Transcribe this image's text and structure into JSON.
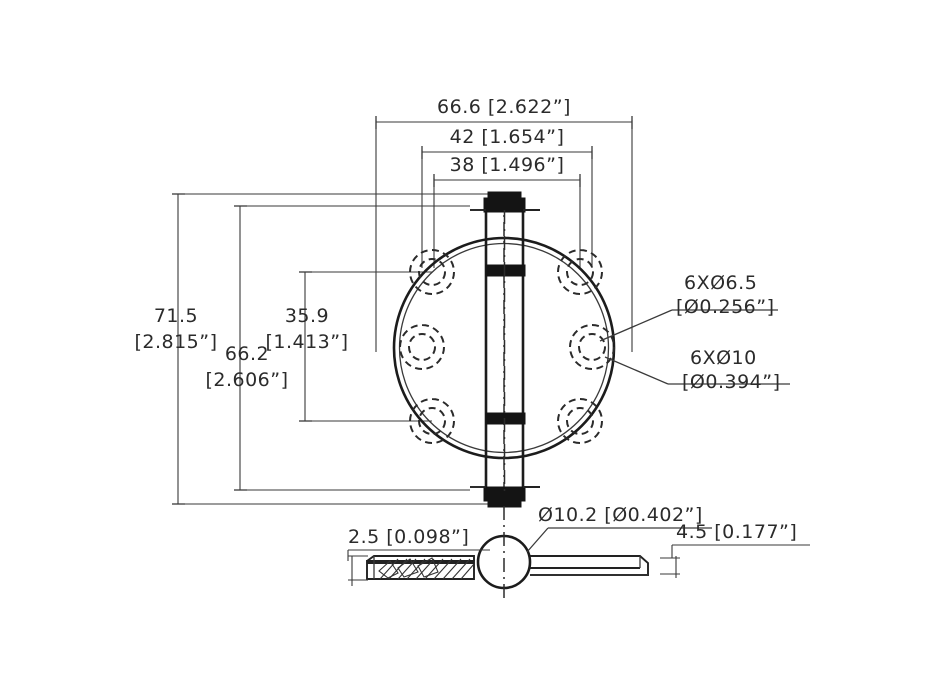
{
  "drawing": {
    "title": "Circular Butt Hinge Technical Drawing",
    "background_color": "#ffffff",
    "line_color": "#2b2b2b",
    "views": {
      "front": "circular hinge plate front view",
      "side": "hinge side / section view"
    },
    "dimensions": {
      "top": [
        {
          "id": "overall-width",
          "metric": "66.6",
          "imperial": "[2.622”]",
          "label": "66.6  [2.622”]"
        },
        {
          "id": "bolt-span-outer",
          "metric": "42",
          "imperial": "[1.654”]",
          "label": "42  [1.654”]"
        },
        {
          "id": "bolt-span-inner",
          "metric": "38",
          "imperial": "[1.496”]",
          "label": "38  [1.496”]"
        }
      ],
      "left": [
        {
          "id": "overall-height",
          "metric": "71.5",
          "imperial": "[2.815”]",
          "line1": "71.5",
          "line2": "[2.815”]"
        },
        {
          "id": "plate-height",
          "metric": "66.2",
          "imperial": "[2.606”]",
          "line1": "66.2",
          "line2": "[2.606”]"
        },
        {
          "id": "hole-pitch-vertical",
          "metric": "35.9",
          "imperial": "[1.413”]",
          "line1": "35.9",
          "line2": "[1.413”]"
        }
      ],
      "right_notes": [
        {
          "id": "through-hole-note",
          "line1": "6XØ6.5",
          "line2": "[Ø0.256”]"
        },
        {
          "id": "counterbore-note",
          "line1": "6XØ10",
          "line2": "[Ø0.394”]"
        }
      ],
      "bottom": [
        {
          "id": "plate-thickness",
          "metric": "2.5",
          "imperial": "[0.098”]",
          "label": "2.5  [0.098”]"
        },
        {
          "id": "knuckle-diameter",
          "metric": "Ø10.2",
          "imperial": "[Ø0.402”]",
          "label": "Ø10.2  [Ø0.402”]"
        },
        {
          "id": "leaf-thickness",
          "metric": "4.5",
          "imperial": "[0.177”]",
          "label": "4.5  [0.177”]"
        }
      ]
    },
    "features": {
      "screw_holes_count": 6,
      "through_hole_dia_mm": "6.5",
      "counterbore_dia_mm": "10",
      "knuckle_dia_mm": "10.2",
      "plate_thickness_mm": "2.5",
      "leaf_thickness_mm": "4.5",
      "plate_dia_mm": "66.2",
      "overall_width_mm": "66.6",
      "overall_height_mm": "71.5"
    }
  }
}
